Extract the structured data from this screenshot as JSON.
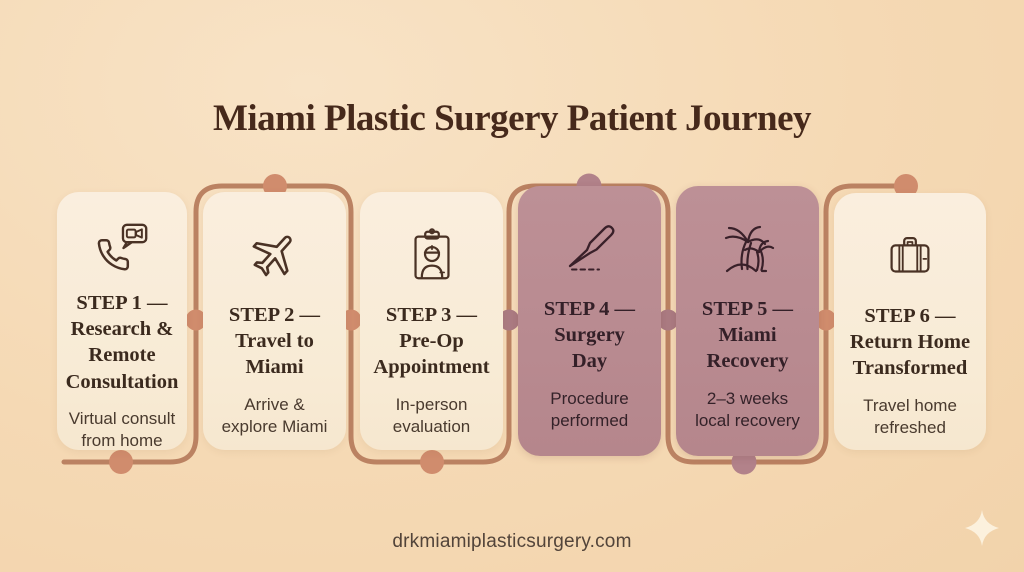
{
  "title": "Miami Plastic Surgery Patient Journey",
  "steps": [
    {
      "label": "STEP 1 —",
      "name": "Research &\nRemote\nConsultation",
      "detail": "Virtual consult\nfrom home",
      "icon": "video-call-phone"
    },
    {
      "label": "STEP 2 —",
      "name": "Travel to\nMiami",
      "detail": "Arrive &\nexplore Miami",
      "icon": "airplane"
    },
    {
      "label": "STEP 3 —",
      "name": "Pre-Op\nAppointment",
      "detail": "In-person\nevaluation",
      "icon": "doctor-clipboard"
    },
    {
      "label": "STEP 4 —",
      "name": "Surgery\nDay",
      "detail": "Procedure\nperformed",
      "icon": "scalpel"
    },
    {
      "label": "STEP 5 —",
      "name": "Miami\nRecovery",
      "detail": "2–3 weeks\nlocal recovery",
      "icon": "palm-island"
    },
    {
      "label": "STEP 6 —",
      "name": "Return Home\nTransformed",
      "detail": "Travel home\nrefreshed",
      "icon": "suitcase"
    }
  ],
  "footer": {
    "website": "drkmiamiplasticsurgery.com"
  },
  "colors": {
    "background": "#f5d9b4",
    "card_light": "#f8ebd5",
    "card_dark": "#b5868c",
    "connector_line": "#bb8262",
    "dot_copper": "#d08c6d",
    "dot_mauve": "#ab7b82",
    "title_text": "#46291b",
    "heading_text_light_card": "#3b2a1e",
    "heading_text_dark_card": "#342028"
  }
}
